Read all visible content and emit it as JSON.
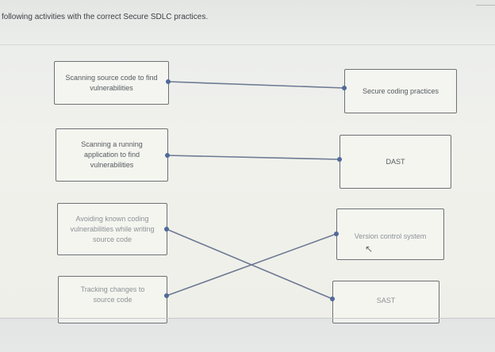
{
  "instructions": "following activities with the correct Secure SDLC practices.",
  "activities": [
    {
      "label": "Scanning source code to find vulnerabilities"
    },
    {
      "label": "Scanning a running application to find vulnerabilities"
    },
    {
      "label": "Avoiding known coding vulnerabilities while writing source code"
    },
    {
      "label": "Tracking changes to source code"
    }
  ],
  "practices": [
    {
      "label": "Secure coding practices"
    },
    {
      "label": "DAST"
    },
    {
      "label": "Version control system"
    },
    {
      "label": "SAST"
    }
  ],
  "matches": [
    [
      0,
      0
    ],
    [
      1,
      1
    ],
    [
      2,
      3
    ],
    [
      3,
      2
    ]
  ],
  "colors": {
    "line": "#6c7a92",
    "dot": "#4f6a9a"
  }
}
